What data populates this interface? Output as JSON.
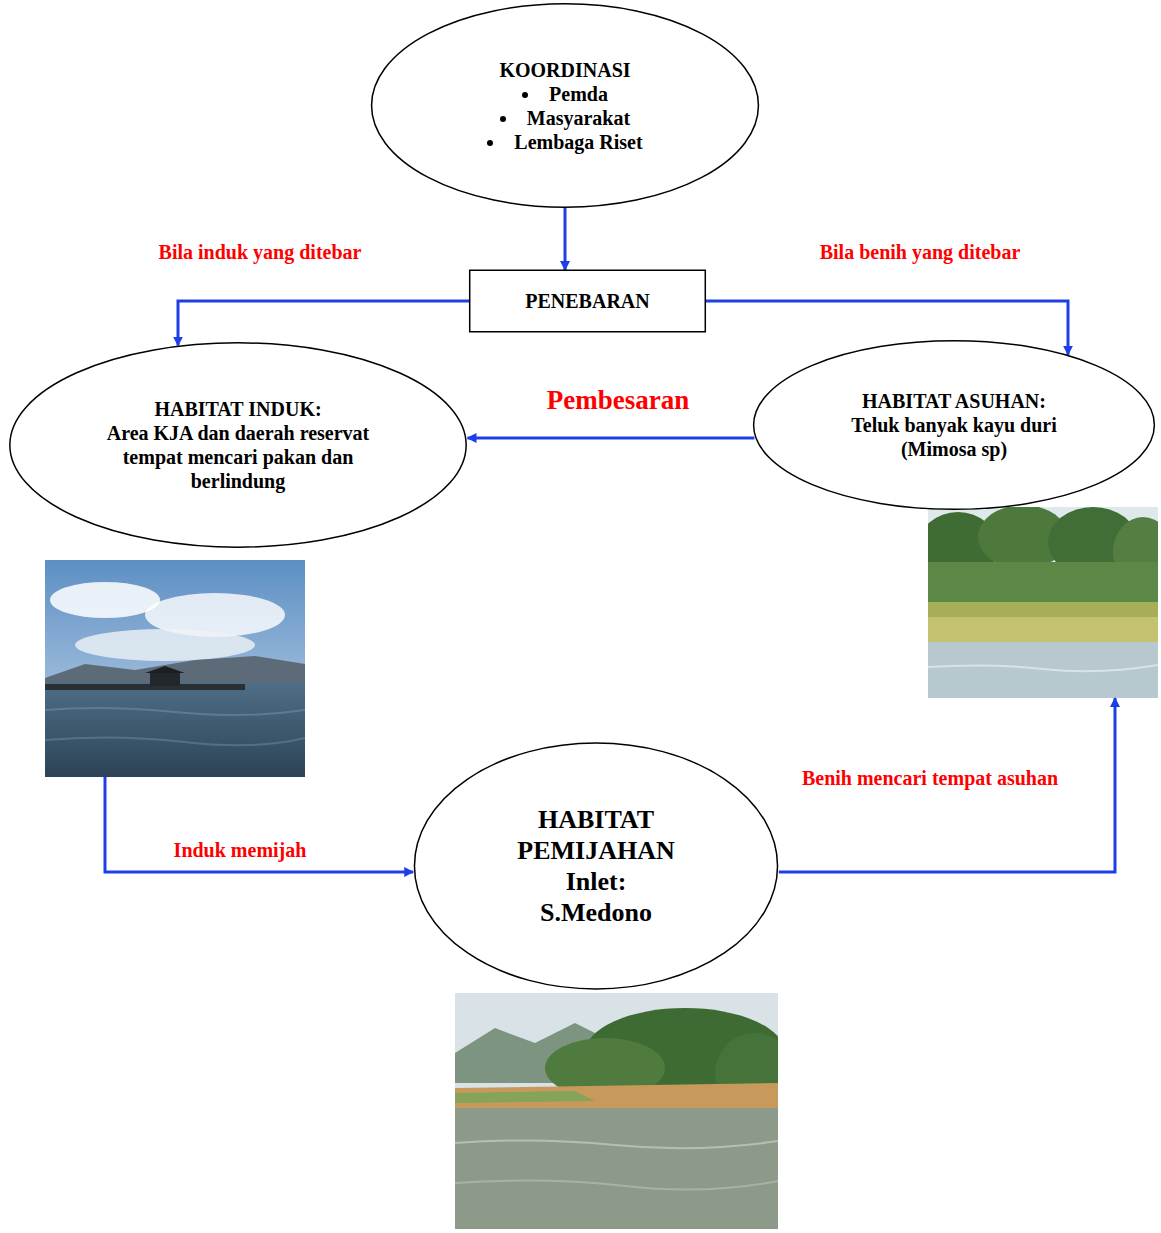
{
  "diagram": {
    "nodes": [
      {
        "text": [
          "KOORDINASI",
          "Pemda",
          "Masyarakat",
          "Lembaga Riset"
        ]
      },
      {
        "text": [
          "PENEBARAN"
        ]
      },
      {
        "text": [
          "HABITAT INDUK:",
          "Area KJA dan daerah reservat tempat mencari pakan dan berlindung"
        ]
      },
      {
        "text": [
          "HABITAT ASUHAN:",
          "Teluk banyak kayu duri (Mimosa sp)"
        ]
      },
      {
        "text": [
          "HABITAT PEMIJAHAN",
          "Inlet: S.Medono"
        ]
      }
    ],
    "edges": [
      {
        "from": 0,
        "to": 1,
        "arrow": "to"
      },
      {
        "from": 1,
        "to": 2,
        "label": "Bila induk yang ditebar",
        "arrow": "to"
      },
      {
        "from": 1,
        "to": 3,
        "label": "Bila benih yang ditebar",
        "arrow": "to"
      },
      {
        "from": 3,
        "to": 2,
        "label": "Pembesaran",
        "arrow": "to"
      },
      {
        "from": 2,
        "to": 4,
        "label": "Induk memijah",
        "arrow": "to"
      },
      {
        "from": 4,
        "to": 3,
        "label": "Benih mencari tempat asuhan",
        "arrow": "to"
      }
    ]
  }
}
